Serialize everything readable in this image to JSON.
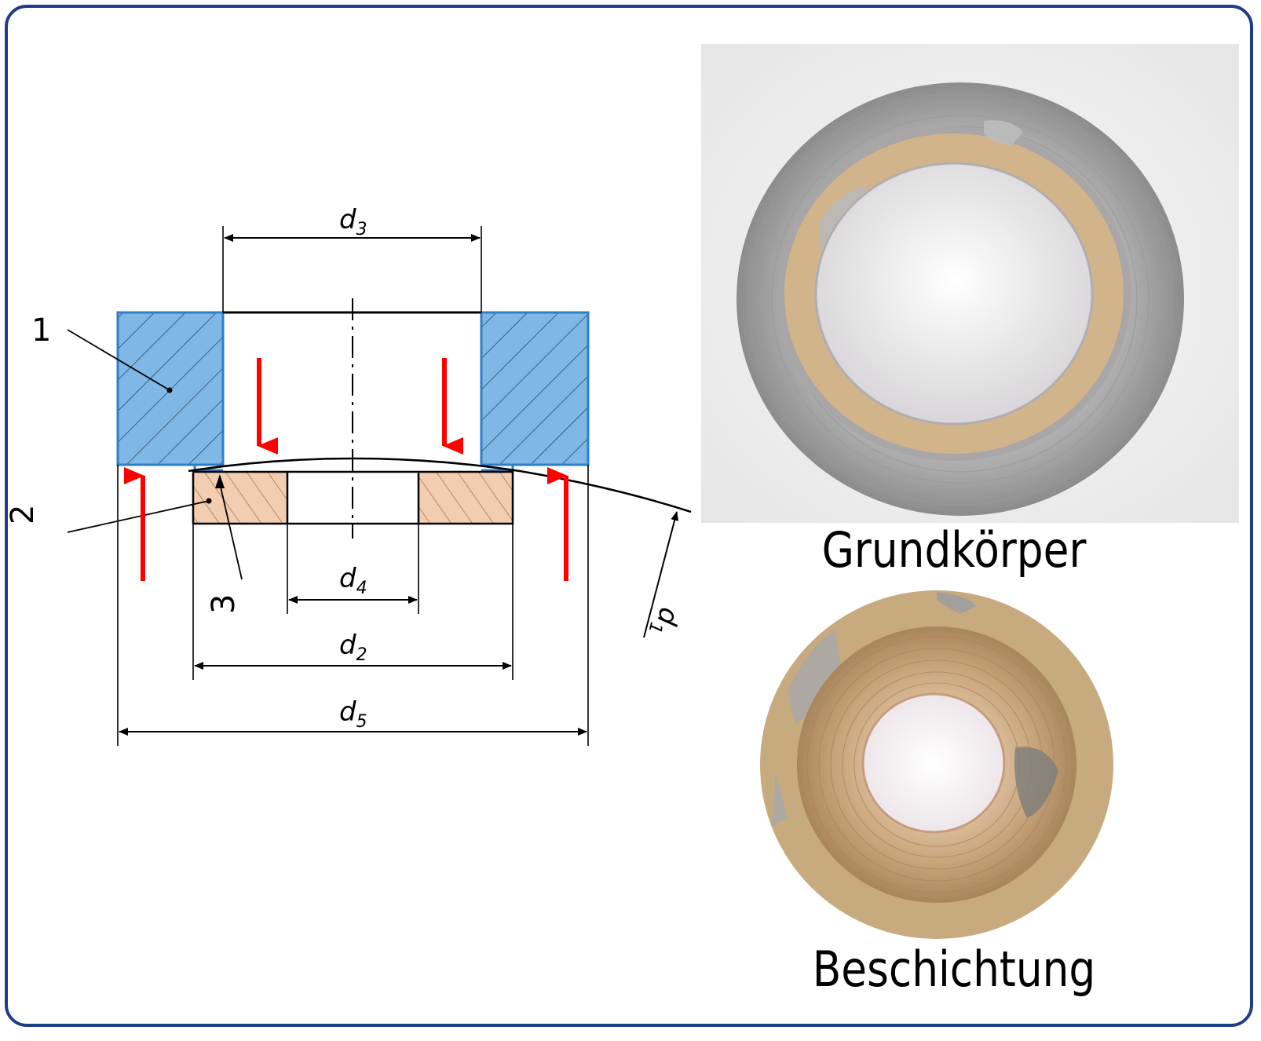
{
  "drawing": {
    "dimensions": [
      {
        "id": "d3",
        "symbol": "d",
        "sub": "3"
      },
      {
        "id": "d4",
        "symbol": "d",
        "sub": "4"
      },
      {
        "id": "d2",
        "symbol": "d",
        "sub": "2"
      },
      {
        "id": "d5",
        "symbol": "d",
        "sub": "5"
      },
      {
        "id": "d1",
        "symbol": "d",
        "sub": "1"
      }
    ],
    "part_numbers": [
      "1",
      "2",
      "3"
    ],
    "colors": {
      "base_body": "#7fb8e6",
      "coating": "#f2cdb0",
      "force_arrows": "#ff0000",
      "frame": "#1f3c88"
    }
  },
  "photos": [
    {
      "caption": "Grundkörper"
    },
    {
      "caption": "Beschichtung"
    }
  ]
}
